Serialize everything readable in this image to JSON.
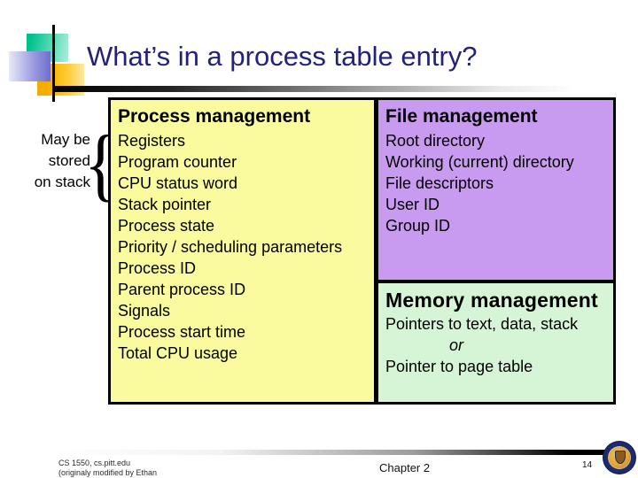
{
  "slide": {
    "title": "What’s in a process table entry?",
    "side_note": {
      "lines": [
        "May be",
        "stored",
        "on stack"
      ],
      "brace_glyph": "{"
    },
    "table": {
      "process": {
        "heading": "Process management",
        "items": [
          "Registers",
          "Program counter",
          "CPU status word",
          "Stack pointer",
          "Process state",
          "Priority / scheduling parameters",
          "Process ID",
          "Parent process ID",
          "Signals",
          "Process start time",
          "Total CPU usage"
        ]
      },
      "file": {
        "heading": "File management",
        "items": [
          "Root directory",
          "Working (current) directory",
          "File descriptors",
          "User ID",
          "Group ID"
        ]
      },
      "memory": {
        "heading": "Memory management",
        "lines": [
          "Pointers to text, data, stack",
          "or",
          "Pointer to page table"
        ]
      }
    },
    "footer": {
      "course_line1": "CS 1550, cs.pitt.edu",
      "course_line2": "(originaly modified by Ethan",
      "chapter": "Chapter 2",
      "page_number": "14"
    },
    "colors": {
      "title_text": "#22227A",
      "process_bg": "#FAFA9E",
      "file_bg": "#C89BF0",
      "memory_bg": "#D6F5D6",
      "border": "#000000",
      "decor_teal": "#00C08E",
      "decor_purple": "#6E6ECF",
      "decor_gold": "#F4AC00",
      "seal_ring": "#1C2A6E",
      "seal_center": "#E0A23A"
    }
  }
}
